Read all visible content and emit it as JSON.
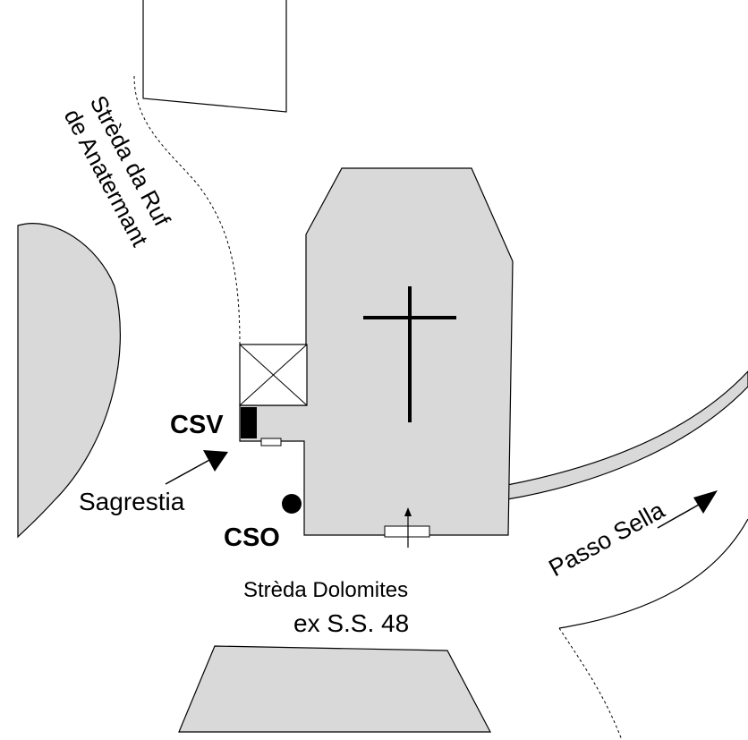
{
  "colors": {
    "fill": "#d9d9d9",
    "stroke": "#000000",
    "background": "#ffffff"
  },
  "labels": {
    "street_ruf_line1": "Strèda da Ruf",
    "street_ruf_line2": "de Anatermant",
    "csv": "CSV",
    "cso": "CSO",
    "sagrestia": "Sagrestia",
    "street_dolomites": "Strèda Dolomites",
    "ex_road": "ex S.S. 48",
    "passo_sella": "Passo Sella"
  },
  "icons": {
    "cross": "latin-cross-icon",
    "tower": "bell-tower-x-icon"
  }
}
